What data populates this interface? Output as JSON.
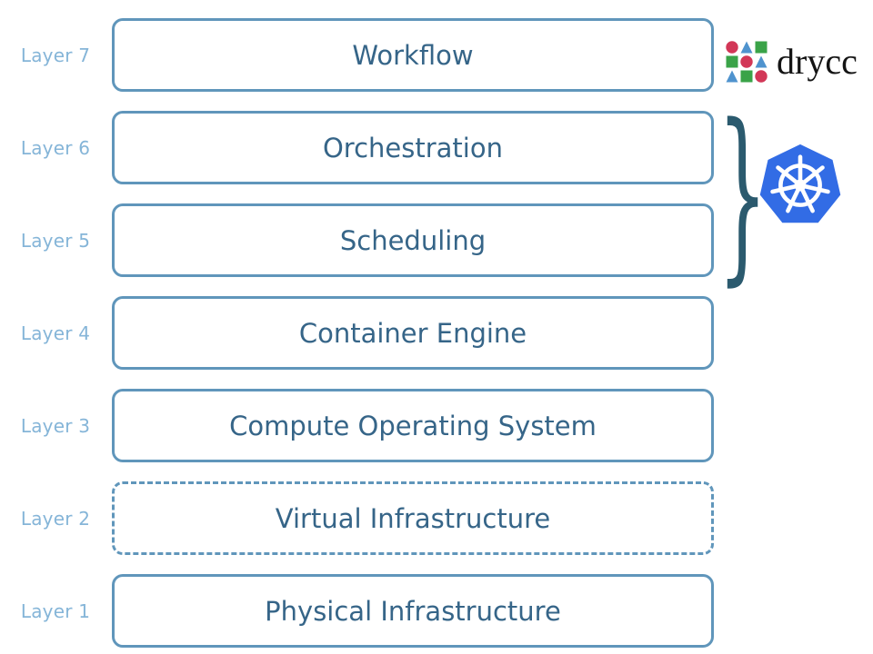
{
  "diagram": {
    "layers": [
      {
        "label": "Layer 7",
        "title": "Workflow",
        "dashed": false
      },
      {
        "label": "Layer 6",
        "title": "Orchestration",
        "dashed": false
      },
      {
        "label": "Layer 5",
        "title": "Scheduling",
        "dashed": false
      },
      {
        "label": "Layer 4",
        "title": "Container Engine",
        "dashed": false
      },
      {
        "label": "Layer 3",
        "title": "Compute Operating System",
        "dashed": false
      },
      {
        "label": "Layer 2",
        "title": "Virtual Infrastructure",
        "dashed": true
      },
      {
        "label": "Layer 1",
        "title": "Physical Infrastructure",
        "dashed": false
      }
    ],
    "annotations": {
      "drycc_label": "drycc",
      "brace_glyph": "}",
      "kubernetes_icon": "kubernetes-helm-logo",
      "drycc_icon": "drycc-shapes-grid",
      "brace_groups": [
        "Layer 6",
        "Layer 5"
      ]
    }
  },
  "colors": {
    "box_border": "#6096bb",
    "box_text": "#366588",
    "layer_label": "#85b5d8",
    "brace": "#2b5a6e",
    "kubernetes_blue": "#326ce5",
    "drycc_red": "#d23757",
    "drycc_green": "#3aa348",
    "drycc_blue": "#4f93ce",
    "drycc_text": "#141414",
    "background": "#ffffff"
  }
}
